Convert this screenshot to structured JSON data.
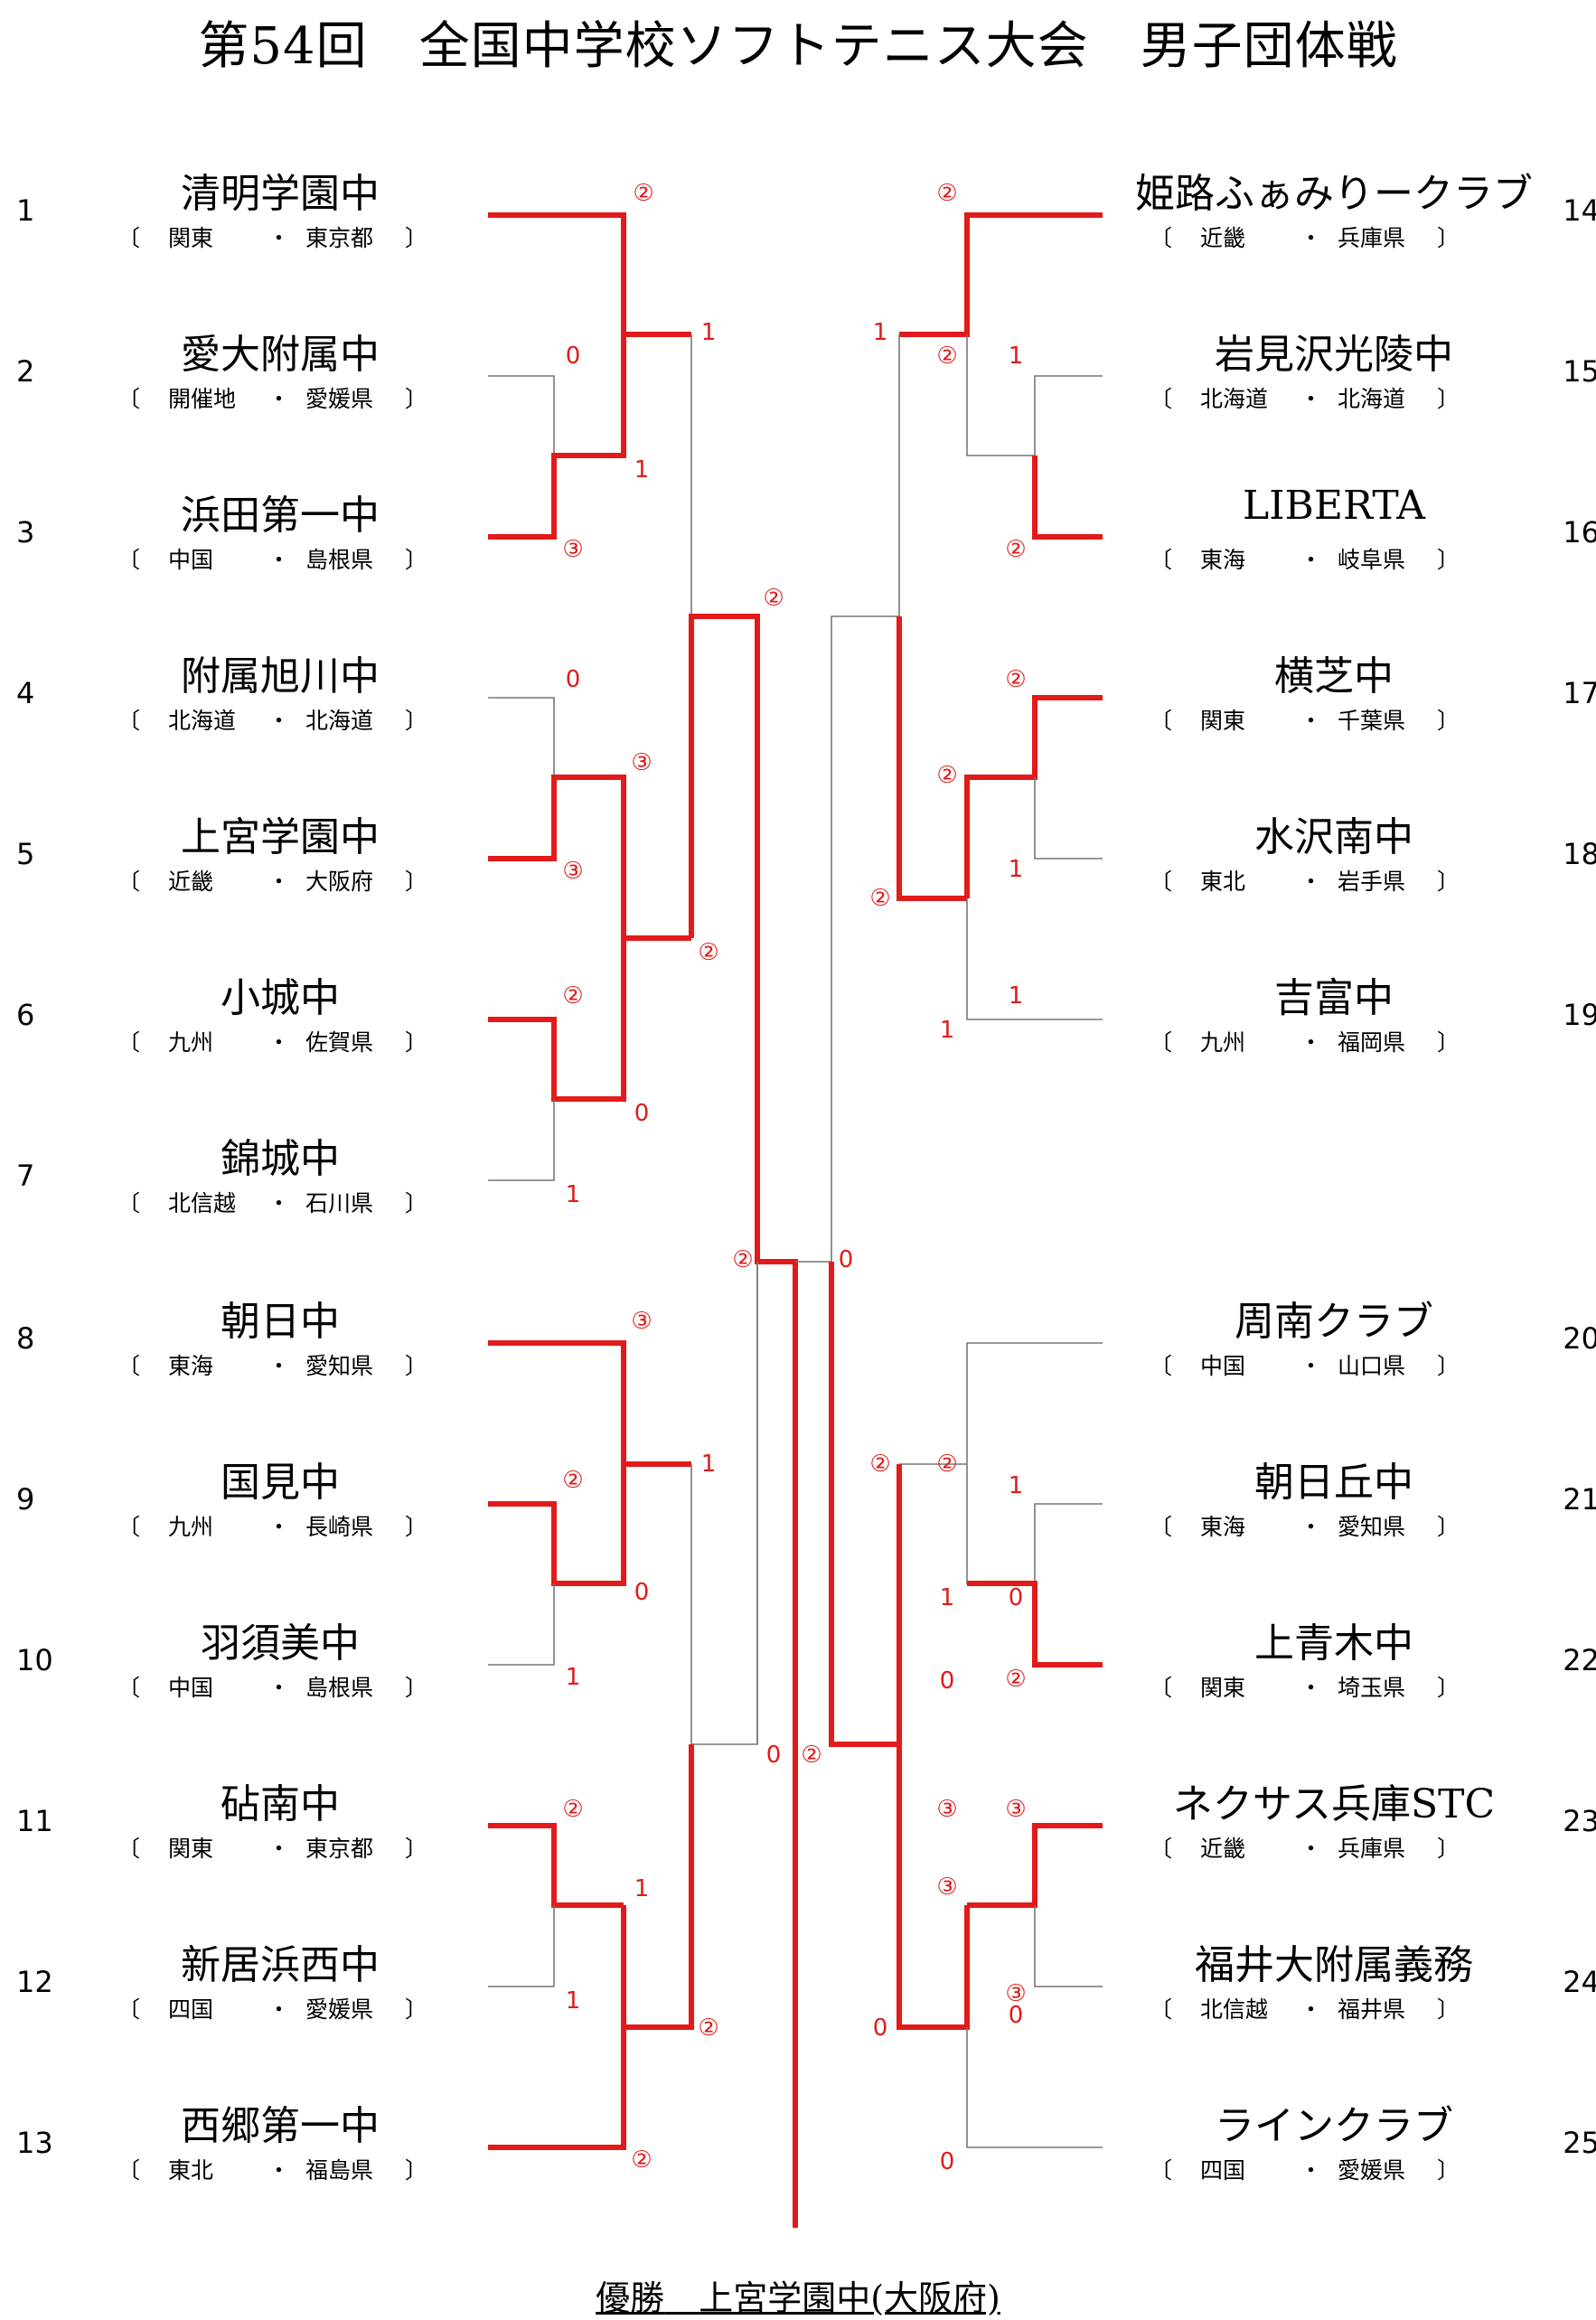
{
  "title": "第54回　全国中学校ソフトテニス大会　男子団体戦",
  "champion": {
    "label": "優勝",
    "team": "上宮学園中(大阪府)"
  },
  "colors": {
    "win": "#e21a1a",
    "line": "#777777",
    "score": "#e21a1a"
  },
  "left_teams": [
    {
      "num": "1",
      "name": "清明学園中",
      "region": "関東",
      "pref": "東京都"
    },
    {
      "num": "2",
      "name": "愛大附属中",
      "region": "開催地",
      "pref": "愛媛県"
    },
    {
      "num": "3",
      "name": "浜田第一中",
      "region": "中国",
      "pref": "島根県"
    },
    {
      "num": "4",
      "name": "附属旭川中",
      "region": "北海道",
      "pref": "北海道"
    },
    {
      "num": "5",
      "name": "上宮学園中",
      "region": "近畿",
      "pref": "大阪府"
    },
    {
      "num": "6",
      "name": "小城中",
      "region": "九州",
      "pref": "佐賀県"
    },
    {
      "num": "7",
      "name": "錦城中",
      "region": "北信越",
      "pref": "石川県"
    },
    {
      "num": "8",
      "name": "朝日中",
      "region": "東海",
      "pref": "愛知県"
    },
    {
      "num": "9",
      "name": "国見中",
      "region": "九州",
      "pref": "長崎県"
    },
    {
      "num": "10",
      "name": "羽須美中",
      "region": "中国",
      "pref": "島根県"
    },
    {
      "num": "11",
      "name": "砧南中",
      "region": "関東",
      "pref": "東京都"
    },
    {
      "num": "12",
      "name": "新居浜西中",
      "region": "四国",
      "pref": "愛媛県"
    },
    {
      "num": "13",
      "name": "西郷第一中",
      "region": "東北",
      "pref": "福島県"
    }
  ],
  "right_teams": [
    {
      "num": "14",
      "name": "姫路ふぁみりークラブ",
      "region": "近畿",
      "pref": "兵庫県"
    },
    {
      "num": "15",
      "name": "岩見沢光陵中",
      "region": "北海道",
      "pref": "北海道"
    },
    {
      "num": "16",
      "name": "LIBERTA",
      "region": "東海",
      "pref": "岐阜県"
    },
    {
      "num": "17",
      "name": "横芝中",
      "region": "関東",
      "pref": "千葉県"
    },
    {
      "num": "18",
      "name": "水沢南中",
      "region": "東北",
      "pref": "岩手県"
    },
    {
      "num": "19",
      "name": "吉富中",
      "region": "九州",
      "pref": "福岡県"
    },
    {
      "num": "20",
      "name": "周南クラブ",
      "region": "中国",
      "pref": "山口県"
    },
    {
      "num": "21",
      "name": "朝日丘中",
      "region": "東海",
      "pref": "愛知県"
    },
    {
      "num": "22",
      "name": "上青木中",
      "region": "関東",
      "pref": "埼玉県"
    },
    {
      "num": "23",
      "name": "ネクサス兵庫STC",
      "region": "近畿",
      "pref": "兵庫県"
    },
    {
      "num": "24",
      "name": "福井大附属義務",
      "region": "北信越",
      "pref": "福井県"
    },
    {
      "num": "25",
      "name": "ラインクラブ",
      "region": "四国",
      "pref": "愛媛県"
    }
  ],
  "bracket_marks": {
    "open": "〔",
    "dot": "・",
    "close": "〕"
  },
  "scores": [
    "②",
    "1",
    "0",
    "1",
    "③",
    "0",
    "③",
    "③",
    "②",
    "0",
    "1",
    "②",
    "③",
    "1",
    "②",
    "0",
    "1",
    "②",
    "1",
    "1",
    "②",
    "②",
    "②",
    "②",
    "0",
    "0",
    "②",
    "②",
    "②",
    "1",
    "1",
    "②",
    "1",
    "②",
    "1",
    "②",
    "1",
    "②",
    "②",
    "②",
    "1",
    "1",
    "0",
    "②",
    "0",
    "③",
    "③",
    "③",
    "③",
    "0",
    "0",
    "0"
  ]
}
